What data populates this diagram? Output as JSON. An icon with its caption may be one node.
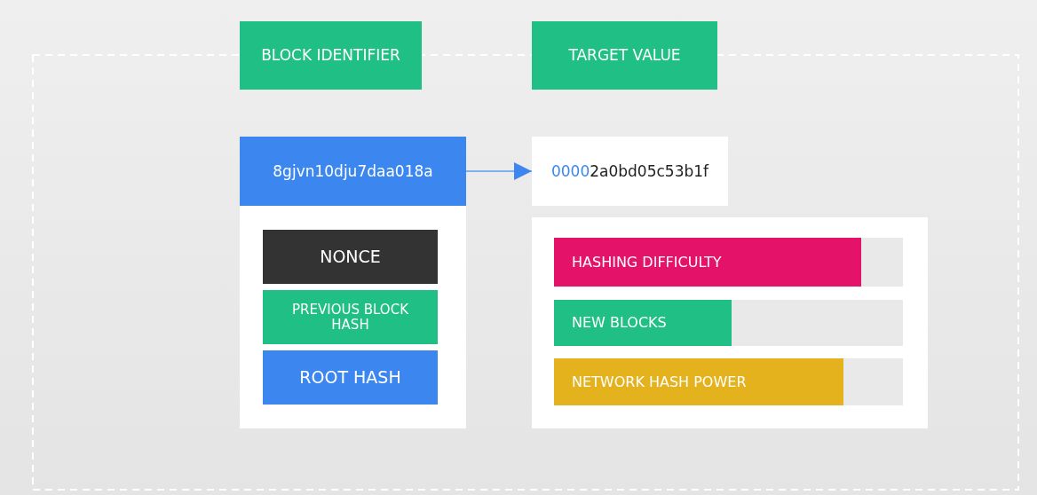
{
  "diagram": {
    "nodes": [
      {
        "text": [
          "BLOCK IDENTIFIER"
        ]
      },
      {
        "text": [
          "TARGET VALUE"
        ]
      },
      {
        "text": [
          "8gjvn10dju7daa018a"
        ]
      },
      {
        "text": [
          "00002a0bd05c53b1f"
        ]
      },
      {
        "text": [],
        "shape": "box"
      },
      {
        "text": [
          "NONCE"
        ],
        "in": 4
      },
      {
        "text": [
          "PREVIOUS BLOCK HASH"
        ],
        "in": 4
      },
      {
        "text": [
          "ROOT HASH"
        ],
        "in": 4
      },
      {
        "text": [],
        "shape": "box"
      },
      {
        "text": [
          "HASHING DIFFICULTY"
        ],
        "in": 8
      },
      {
        "text": [
          "NEW BLOCKS"
        ],
        "in": 8
      },
      {
        "text": [
          "NETWORK HASH POWER"
        ],
        "in": 8
      }
    ],
    "edges": [
      {
        "from": 2,
        "to": 3,
        "arrow": "to"
      }
    ]
  }
}
